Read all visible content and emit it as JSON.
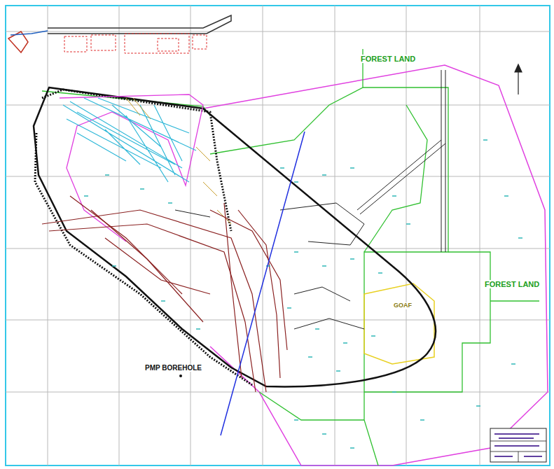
{
  "diagram": {
    "labels": [
      "FOREST LAND",
      "FOREST LAND",
      "PMP BOREHOLE",
      "GOAF"
    ]
  }
}
